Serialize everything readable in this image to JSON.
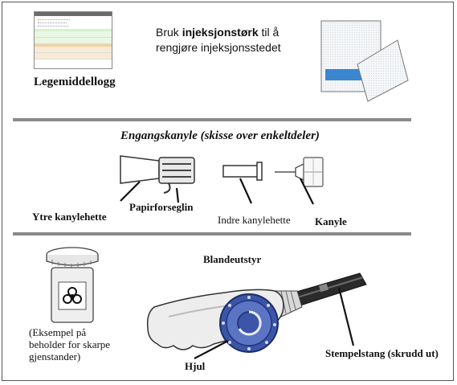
{
  "top": {
    "log_title": "Legemiddellogg",
    "wipe_text_pre": "Bruk ",
    "wipe_text_bold": "injeksjonstørk",
    "wipe_text_post": " til å rengjøre injeksjonsstedet"
  },
  "needle": {
    "title": "Engangskanyle (skisse over enkeltdeler)",
    "outer_cap": "Ytre kanylehette",
    "paper_seal": "Papirforseglin",
    "inner_cap": "Indre kanylehette",
    "needle": "Kanyle"
  },
  "bottom": {
    "container_caption_1": "(Eksempel på",
    "container_caption_2": "beholder for skarpe",
    "container_caption_3": "gjenstander)",
    "device_title": "Blandeutstyr",
    "wheel": "Hjul",
    "plunger": "Stempelstang (skrudd ut)"
  },
  "colors": {
    "wheel_blue": "#3b55a8",
    "swab_blue": "#3a86d0",
    "divider": "#8a8a8a"
  }
}
